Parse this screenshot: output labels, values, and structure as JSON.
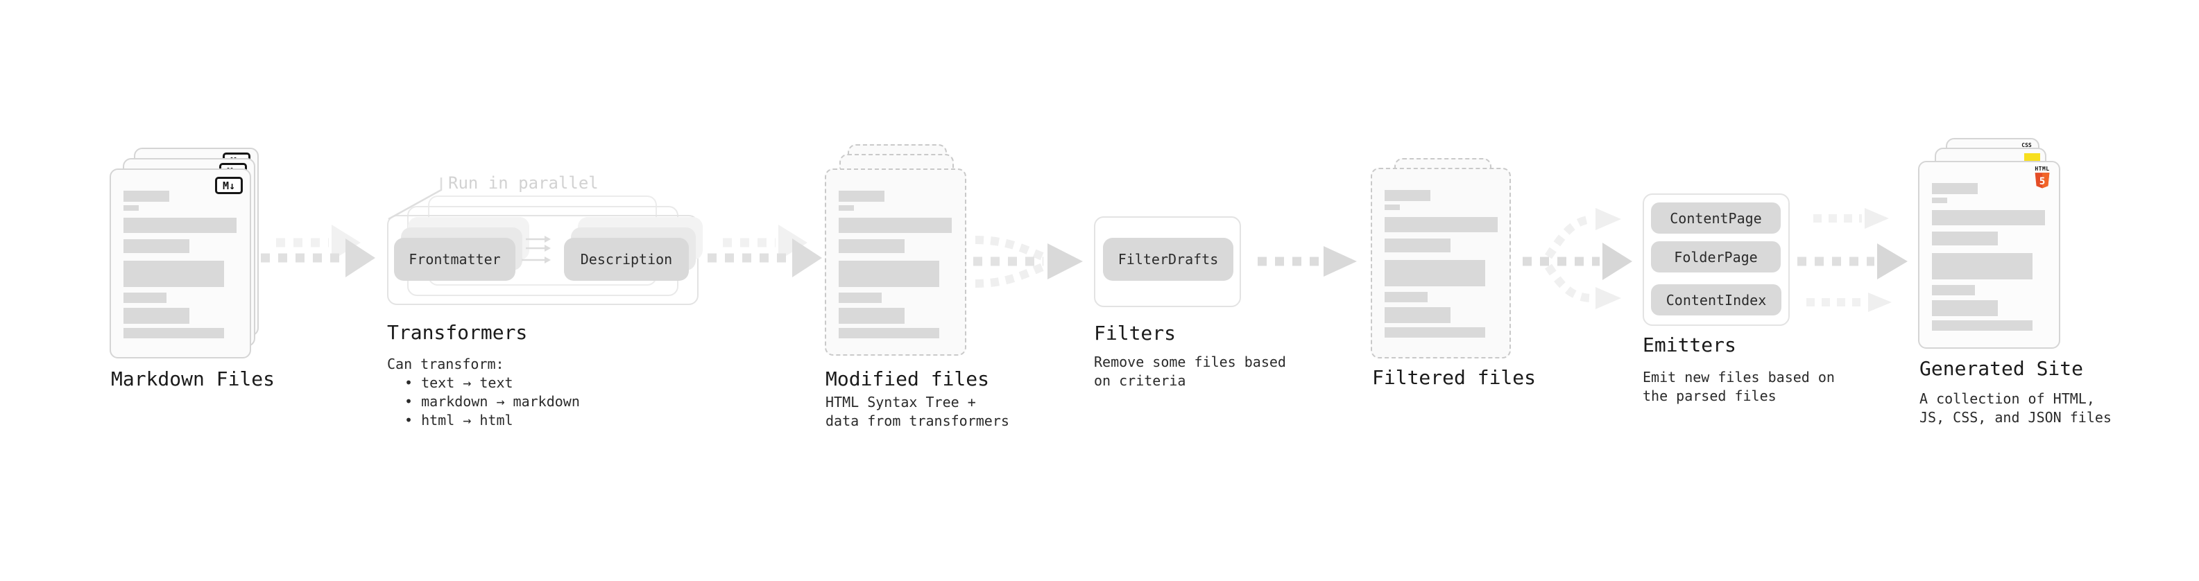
{
  "stages": {
    "markdown": {
      "title": "Markdown Files",
      "file_icon_label": "M↓"
    },
    "transformers": {
      "note": "Run in parallel",
      "pill_left": "Frontmatter",
      "pill_right": "Description",
      "title": "Transformers",
      "body_heading": "Can transform:",
      "bullets": [
        "• text → text",
        "• markdown → markdown",
        "• html → html"
      ]
    },
    "modified_files": {
      "title": "Modified files",
      "body_line1": "HTML Syntax Tree +",
      "body_line2": "data from transformers"
    },
    "filters": {
      "pill": "FilterDrafts",
      "title": "Filters",
      "body_line1": "Remove some files based",
      "body_line2": "on criteria"
    },
    "filtered_files": {
      "title": "Filtered files"
    },
    "emitters": {
      "pills": [
        "ContentPage",
        "FolderPage",
        "ContentIndex"
      ],
      "title": "Emitters",
      "body_line1": "Emit new files based on",
      "body_line2": "the parsed files"
    },
    "generated_site": {
      "title": "Generated Site",
      "body_line1": "A collection of HTML,",
      "body_line2": "JS, CSS, and JSON files",
      "css_badge": "CSS",
      "html_badge_label": "HTML",
      "html_badge_number": "5"
    }
  },
  "colors": {
    "html5_orange": "#e44d26",
    "html5_orange_light": "#f16529",
    "js_yellow": "#f7df1e",
    "css_blue": "#2d6bf2",
    "placeholder_gray": "#d9d9d9"
  }
}
